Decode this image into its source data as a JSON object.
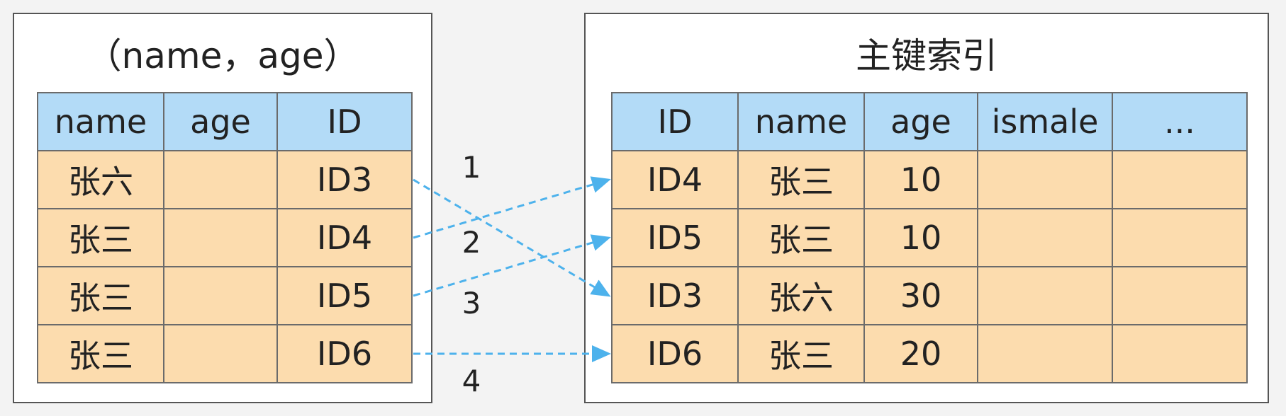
{
  "secondary_index": {
    "title": "（name，age）",
    "columns": [
      "name",
      "age",
      "ID"
    ],
    "rows": [
      [
        "张六",
        "",
        "ID3"
      ],
      [
        "张三",
        "",
        "ID4"
      ],
      [
        "张三",
        "",
        "ID5"
      ],
      [
        "张三",
        "",
        "ID6"
      ]
    ]
  },
  "primary_index": {
    "title": "主键索引",
    "columns": [
      "ID",
      "name",
      "age",
      "ismale",
      "..."
    ],
    "rows": [
      [
        "ID4",
        "张三",
        "10",
        "",
        ""
      ],
      [
        "ID5",
        "张三",
        "10",
        "",
        ""
      ],
      [
        "ID3",
        "张六",
        "30",
        "",
        ""
      ],
      [
        "ID6",
        "张三",
        "20",
        "",
        ""
      ]
    ]
  },
  "arrows": [
    {
      "label": "1",
      "from_row": 0,
      "to_row": 2
    },
    {
      "label": "2",
      "from_row": 1,
      "to_row": 0
    },
    {
      "label": "3",
      "from_row": 2,
      "to_row": 1
    },
    {
      "label": "4",
      "from_row": 3,
      "to_row": 3
    }
  ],
  "colors": {
    "header_fill": "#b3dbf7",
    "row_fill": "#fcdcae",
    "arrow": "#4db2ec"
  }
}
